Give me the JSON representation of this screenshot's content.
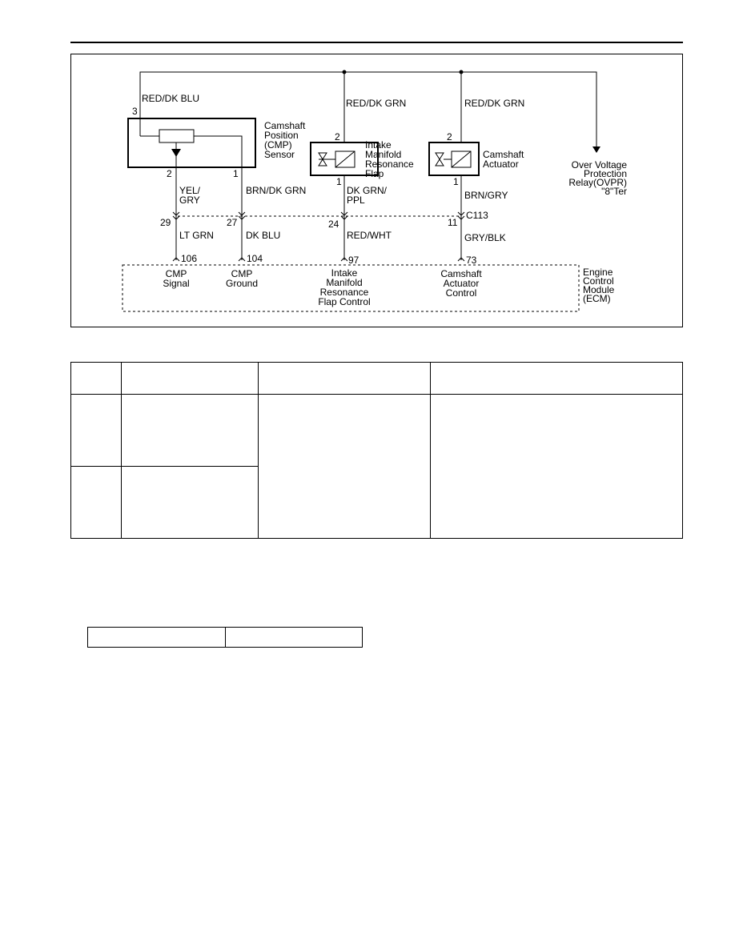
{
  "diagram": {
    "wires": {
      "cmp_supply": "RED/DK BLU",
      "imrf_supply": "RED/DK GRN",
      "cam_supply": "RED/DK GRN",
      "cmp_signal_upper": "YEL/\nGRY",
      "cmp_ground_upper": "BRN/DK GRN",
      "imrf_control_upper": "DK GRN/\nPPL",
      "cam_control_upper": "BRN/GRY",
      "cmp_signal_lower": "LT GRN",
      "cmp_ground_lower": "DK BLU",
      "imrf_control_lower": "RED/WHT",
      "cam_control_lower": "GRY/BLK"
    },
    "pins": {
      "cmp_supply": "3",
      "cmp_signal": "2",
      "cmp_ground": "1",
      "imrf_top": "2",
      "imrf_bottom": "1",
      "cam_top": "2",
      "cam_bottom": "1"
    },
    "connector": {
      "cmp_signal": "29",
      "cmp_ground": "27",
      "imrf": "24",
      "cam": "11",
      "name": "C113"
    },
    "ecm_pins": {
      "cmp_signal": "106",
      "cmp_ground": "104",
      "imrf": "97",
      "cam": "73"
    },
    "components": {
      "cmp_sensor": "Camshaft\nPosition\n(CMP)\nSensor",
      "imrf": "Intake\nManifold\nResonance\nFlap",
      "cam_actuator": "Camshaft\nActuator",
      "ovpr": "Over Voltage\nProtection\nRelay(OVPR)\n\"8\"Ter",
      "ecm": "Engine\nControl\nModule\n(ECM)"
    },
    "ecm_circuits": {
      "cmp_signal": "CMP\nSignal",
      "cmp_ground": "CMP\nGround",
      "imrf": "Intake\nManifold\nResonance\nFlap Control",
      "cam": "Camshaft\nActuator\nControl"
    }
  }
}
